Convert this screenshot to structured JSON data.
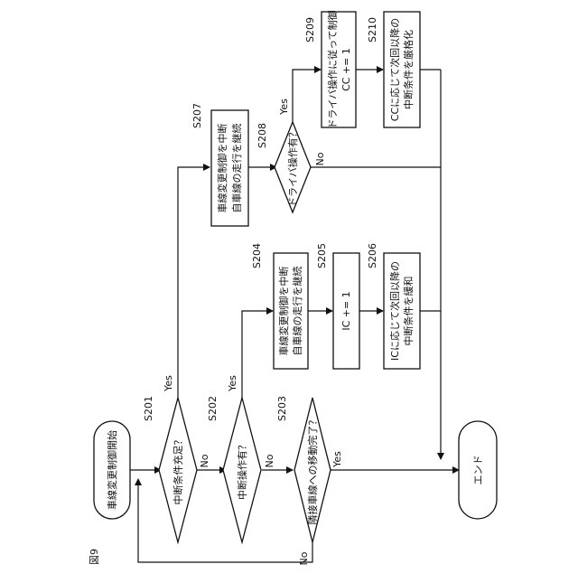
{
  "figure_label": "図9",
  "terminals": {
    "start": "車線変更制御開始",
    "end": "エンド"
  },
  "decisions": {
    "s201": {
      "step": "S201",
      "text": "中断条件充足？"
    },
    "s202": {
      "step": "S202",
      "text": "中断操作有？"
    },
    "s203": {
      "step": "S203",
      "text": "隣接車線への移動完了？"
    },
    "s208": {
      "step": "S208",
      "text": "ドライバ操作有？"
    }
  },
  "processes": {
    "s204": {
      "step": "S204",
      "line1": "車線変更制御を中断",
      "line2": "自車線の走行を継続"
    },
    "s205": {
      "step": "S205",
      "text": "IC += 1"
    },
    "s206": {
      "step": "S206",
      "line1": "ICに応じて次回以降の",
      "line2": "中断条件を緩和"
    },
    "s207": {
      "step": "S207",
      "line1": "車線変更制御を中断",
      "line2": "自車線の走行を継続"
    },
    "s209": {
      "step": "S209",
      "line1": "ドライバ操作に従って制御",
      "line2": "CC += 1"
    },
    "s210": {
      "step": "S210",
      "line1": "CCに応じて次回以降の",
      "line2": "中断条件を厳格化"
    }
  },
  "branch_labels": {
    "yes": "Yes",
    "no": "No"
  }
}
